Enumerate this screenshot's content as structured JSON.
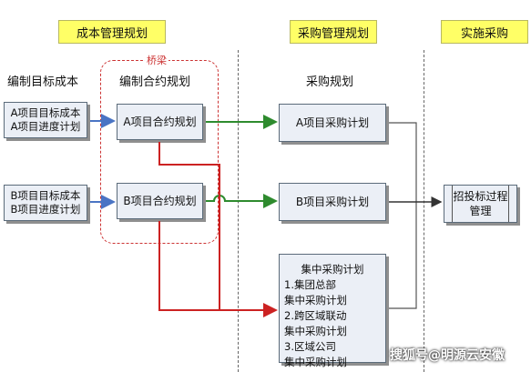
{
  "banners": {
    "cost": "成本管理规划",
    "procurement": "采购管理规划",
    "implement": "实施采购"
  },
  "columns": {
    "target_cost": "编制目标成本",
    "contract_plan": "编制合约规划",
    "purchase_plan": "采购规划"
  },
  "bridge_label": "桥梁",
  "target_boxes": [
    {
      "line1": "A项目目标成本",
      "line2": "A项目进度计划"
    },
    {
      "line1": "B项目目标成本",
      "line2": "B项目进度计划"
    }
  ],
  "contract_boxes": [
    "A项目合约规划",
    "B项目合约规划"
  ],
  "purchase_boxes": [
    "A项目采购计划",
    "B项目采购计划"
  ],
  "central": {
    "title": "集中采购计划",
    "lines": [
      "1.集团总部",
      "集中采购计划",
      "2.跨区域联动",
      "集中采购计划",
      "3.区域公司",
      "集中采购计划"
    ]
  },
  "tender": {
    "line1": "招投标过程",
    "line2": "管理"
  },
  "watermark": "搜狐号@明源云安徽",
  "colors": {
    "banner": "#ffff66",
    "box": "#ebeff6",
    "blue_arrow": "#4a74c4",
    "green_arrow": "#2e8b2e",
    "red_line": "#cc2222",
    "bridge_dash": "#cc3333"
  }
}
